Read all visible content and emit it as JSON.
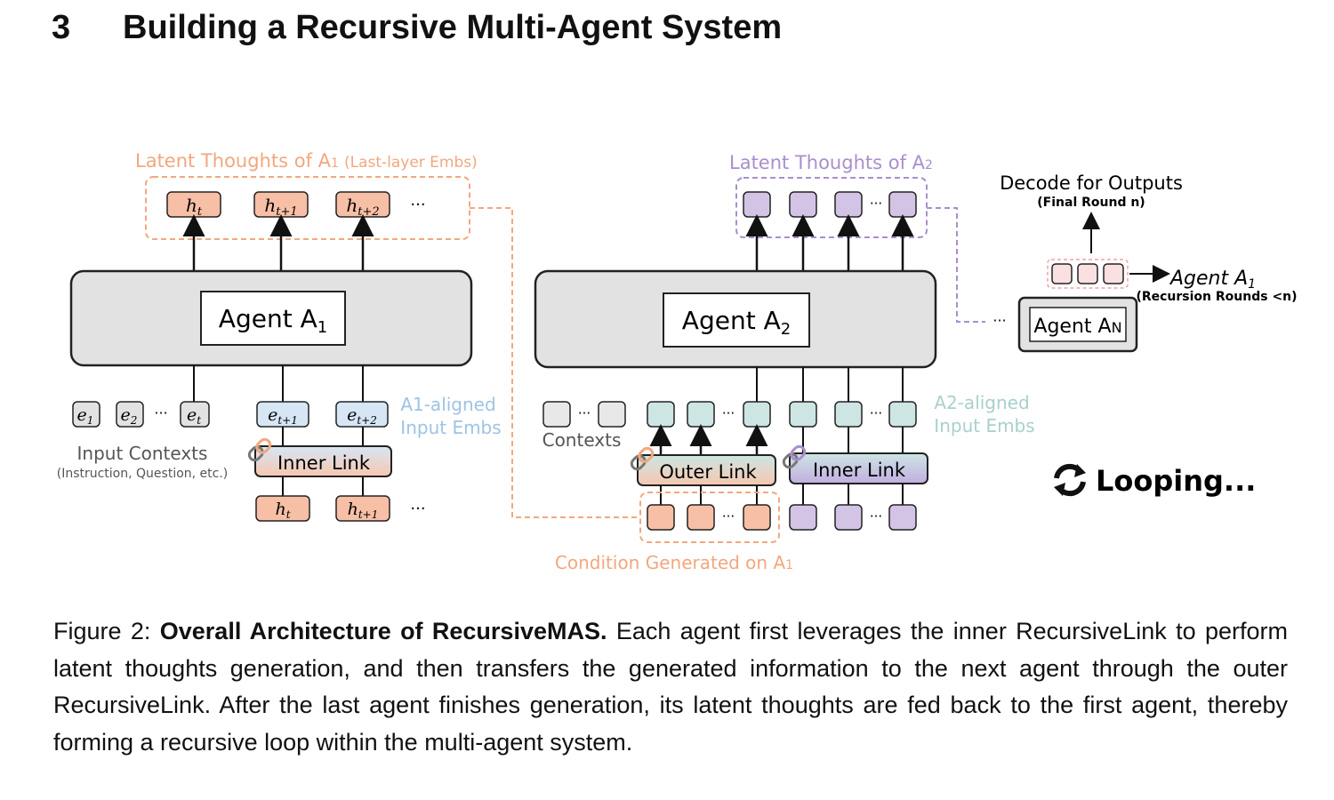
{
  "section": {
    "number": "3",
    "title": "Building a Recursive Multi-Agent System"
  },
  "figure": {
    "a1_latent_title": "Latent Thoughts of A",
    "a1_latent_sub": "1",
    "a1_latent_note": "(Last-layer Embs)",
    "a2_latent_title": "Latent Thoughts of A",
    "a2_latent_sub": "2",
    "h_tokens": [
      "h",
      "h",
      "h"
    ],
    "h_subs": [
      "t",
      "t+1",
      "t+2"
    ],
    "ellipsis": "···",
    "agent1_label": "Agent A",
    "agent1_sub": "1",
    "agent2_label": "Agent A",
    "agent2_sub": "2",
    "agentN_label": "Agent A",
    "agentN_sub": "N",
    "e_tokens": [
      "e",
      "e",
      "e",
      "e",
      "e"
    ],
    "e_subs": [
      "1",
      "2",
      "t",
      "t+1",
      "t+2"
    ],
    "input_contexts": "Input Contexts",
    "input_contexts_sub": "(Instruction, Question, etc.)",
    "inner_link": "Inner Link",
    "outer_link": "Outer Link",
    "h_bottom_subs": [
      "t",
      "t+1"
    ],
    "a1_aligned_line1": "A1-aligned",
    "a1_aligned_line2": "Input Embs",
    "a2_aligned_line1": "A2-aligned",
    "a2_aligned_line2": "Input Embs",
    "contexts": "Contexts",
    "condition_label": "Condition Generated on A",
    "condition_sub": "1",
    "decode_title": "Decode for Outputs",
    "decode_sub": "(Final Round n)",
    "agent_a1_loop": "Agent A",
    "agent_a1_loop_sub": "1",
    "recursion_rounds": "(Recursion Rounds <n)",
    "looping": "Looping...",
    "colors": {
      "orange": "#f2a77e",
      "orange_fill": "#f7bfa6",
      "purple": "#a98ecf",
      "purple_fill": "#d3c4e6",
      "teal_fill": "#cde5e3",
      "blue_fill": "#d6e6f5",
      "gray_fill": "#e2e2e2"
    }
  },
  "caption": {
    "label": "Figure 2:",
    "bold": "Overall Architecture of RecursiveMAS.",
    "text": " Each agent first leverages the inner RecursiveLink to perform latent thoughts generation, and then transfers the generated information to the next agent through the outer RecursiveLink. After the last agent finishes generation, its latent thoughts are fed back to the first agent, thereby forming a recursive loop within the multi-agent system."
  }
}
